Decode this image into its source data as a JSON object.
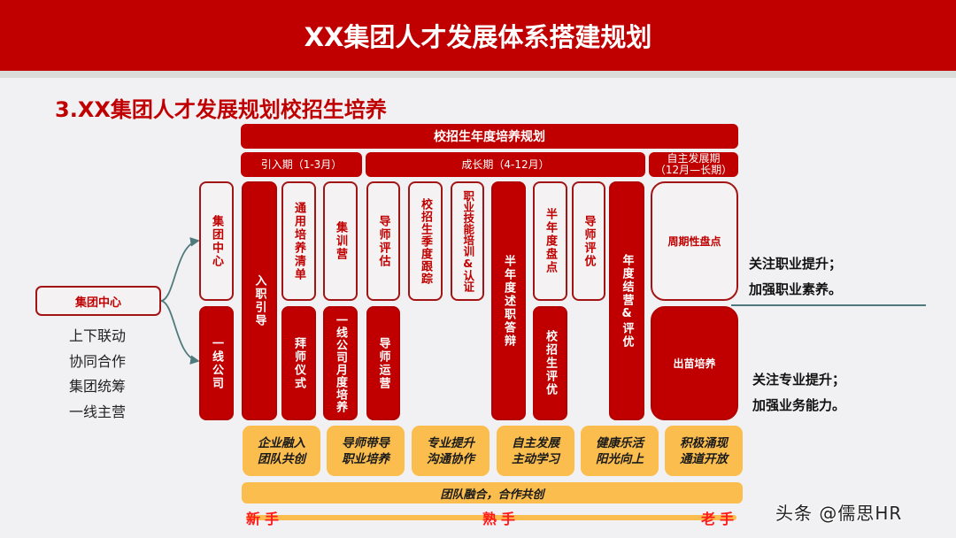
{
  "header": {
    "title": "XX集团人才发展体系搭建规划"
  },
  "subtitle": "3.XX集团人才发展规划校招生培养",
  "banner": "校招生年度培养规划",
  "phases": [
    {
      "label": "引入期（1-3月）"
    },
    {
      "label": "成长期（4-12月）"
    },
    {
      "label": "自主发展期\n（12月—长期）",
      "line1": "自主发展期",
      "line2": "（12月—长期）"
    }
  ],
  "hub": {
    "label": "集团中心",
    "notes": [
      "上下联动",
      "协同合作",
      "集团统筹",
      "一线主营"
    ]
  },
  "branches": {
    "top": "集团中心",
    "bottom": "一线公司"
  },
  "columns": [
    {
      "top": "入职引导",
      "style": "filled-full"
    },
    {
      "top": "通用培养清单",
      "bottom": "拜师仪式"
    },
    {
      "top": "集训营",
      "bottom": "一线公司月度培养"
    },
    {
      "top": "导师评估",
      "bottom": "导师运营"
    },
    {
      "top": "校招生季度跟踪"
    },
    {
      "top": "职业技能培训&认证"
    },
    {
      "top": "半年度述职答辩",
      "style": "filled-full"
    },
    {
      "top": "半年度盘点",
      "bottom": "校招生评优"
    },
    {
      "top": "导师评优"
    },
    {
      "top": "年度结营&评优",
      "style": "filled-full"
    },
    {
      "top": "周期性盘点",
      "bottom": "出苗培养"
    }
  ],
  "right_notes": {
    "upper": [
      "关注职业提升；",
      "加强职业素养。"
    ],
    "lower": [
      "关注专业提升；",
      "加强业务能力。"
    ]
  },
  "values": [
    {
      "line1": "企业融入",
      "line2": "团队共创"
    },
    {
      "line1": "导师带导",
      "line2": "职业培养"
    },
    {
      "line1": "专业提升",
      "line2": "沟通协作"
    },
    {
      "line1": "自主发展",
      "line2": "主动学习"
    },
    {
      "line1": "健康乐活",
      "line2": "阳光向上"
    },
    {
      "line1": "积极涌现",
      "line2": "通道开放"
    }
  ],
  "foundation": "团队融合，合作共创",
  "stages": [
    "新手",
    "熟手",
    "老手"
  ],
  "watermark": "头条 @儒思HR",
  "colors": {
    "primary_red": "#c00000",
    "accent_yellow": "#fbbe4e",
    "stage_red": "#ff1a1a",
    "connector": "#4f7a7c"
  }
}
